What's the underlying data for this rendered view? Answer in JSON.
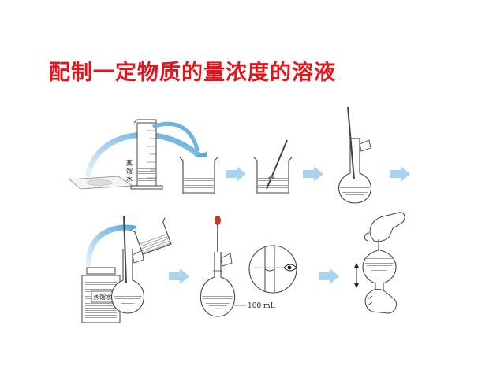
{
  "title": "配制一定物质的量浓度的溶液",
  "labels": {
    "distilled_water_chars": [
      "蒸",
      "馏",
      "水"
    ],
    "bottle_label": "蒸馏水",
    "flask_volume": "100 mL"
  },
  "colors": {
    "title": "#e3141b",
    "arrow": "#a9d4f0",
    "arc": "#6fb4e2",
    "glass": "#555555",
    "liquid_line": "#7a7a7a"
  },
  "icons": {
    "step_arrow": "right-arrow-icon",
    "updown_arrow": "up-down-arrow-icon",
    "eye": "eye-icon"
  }
}
